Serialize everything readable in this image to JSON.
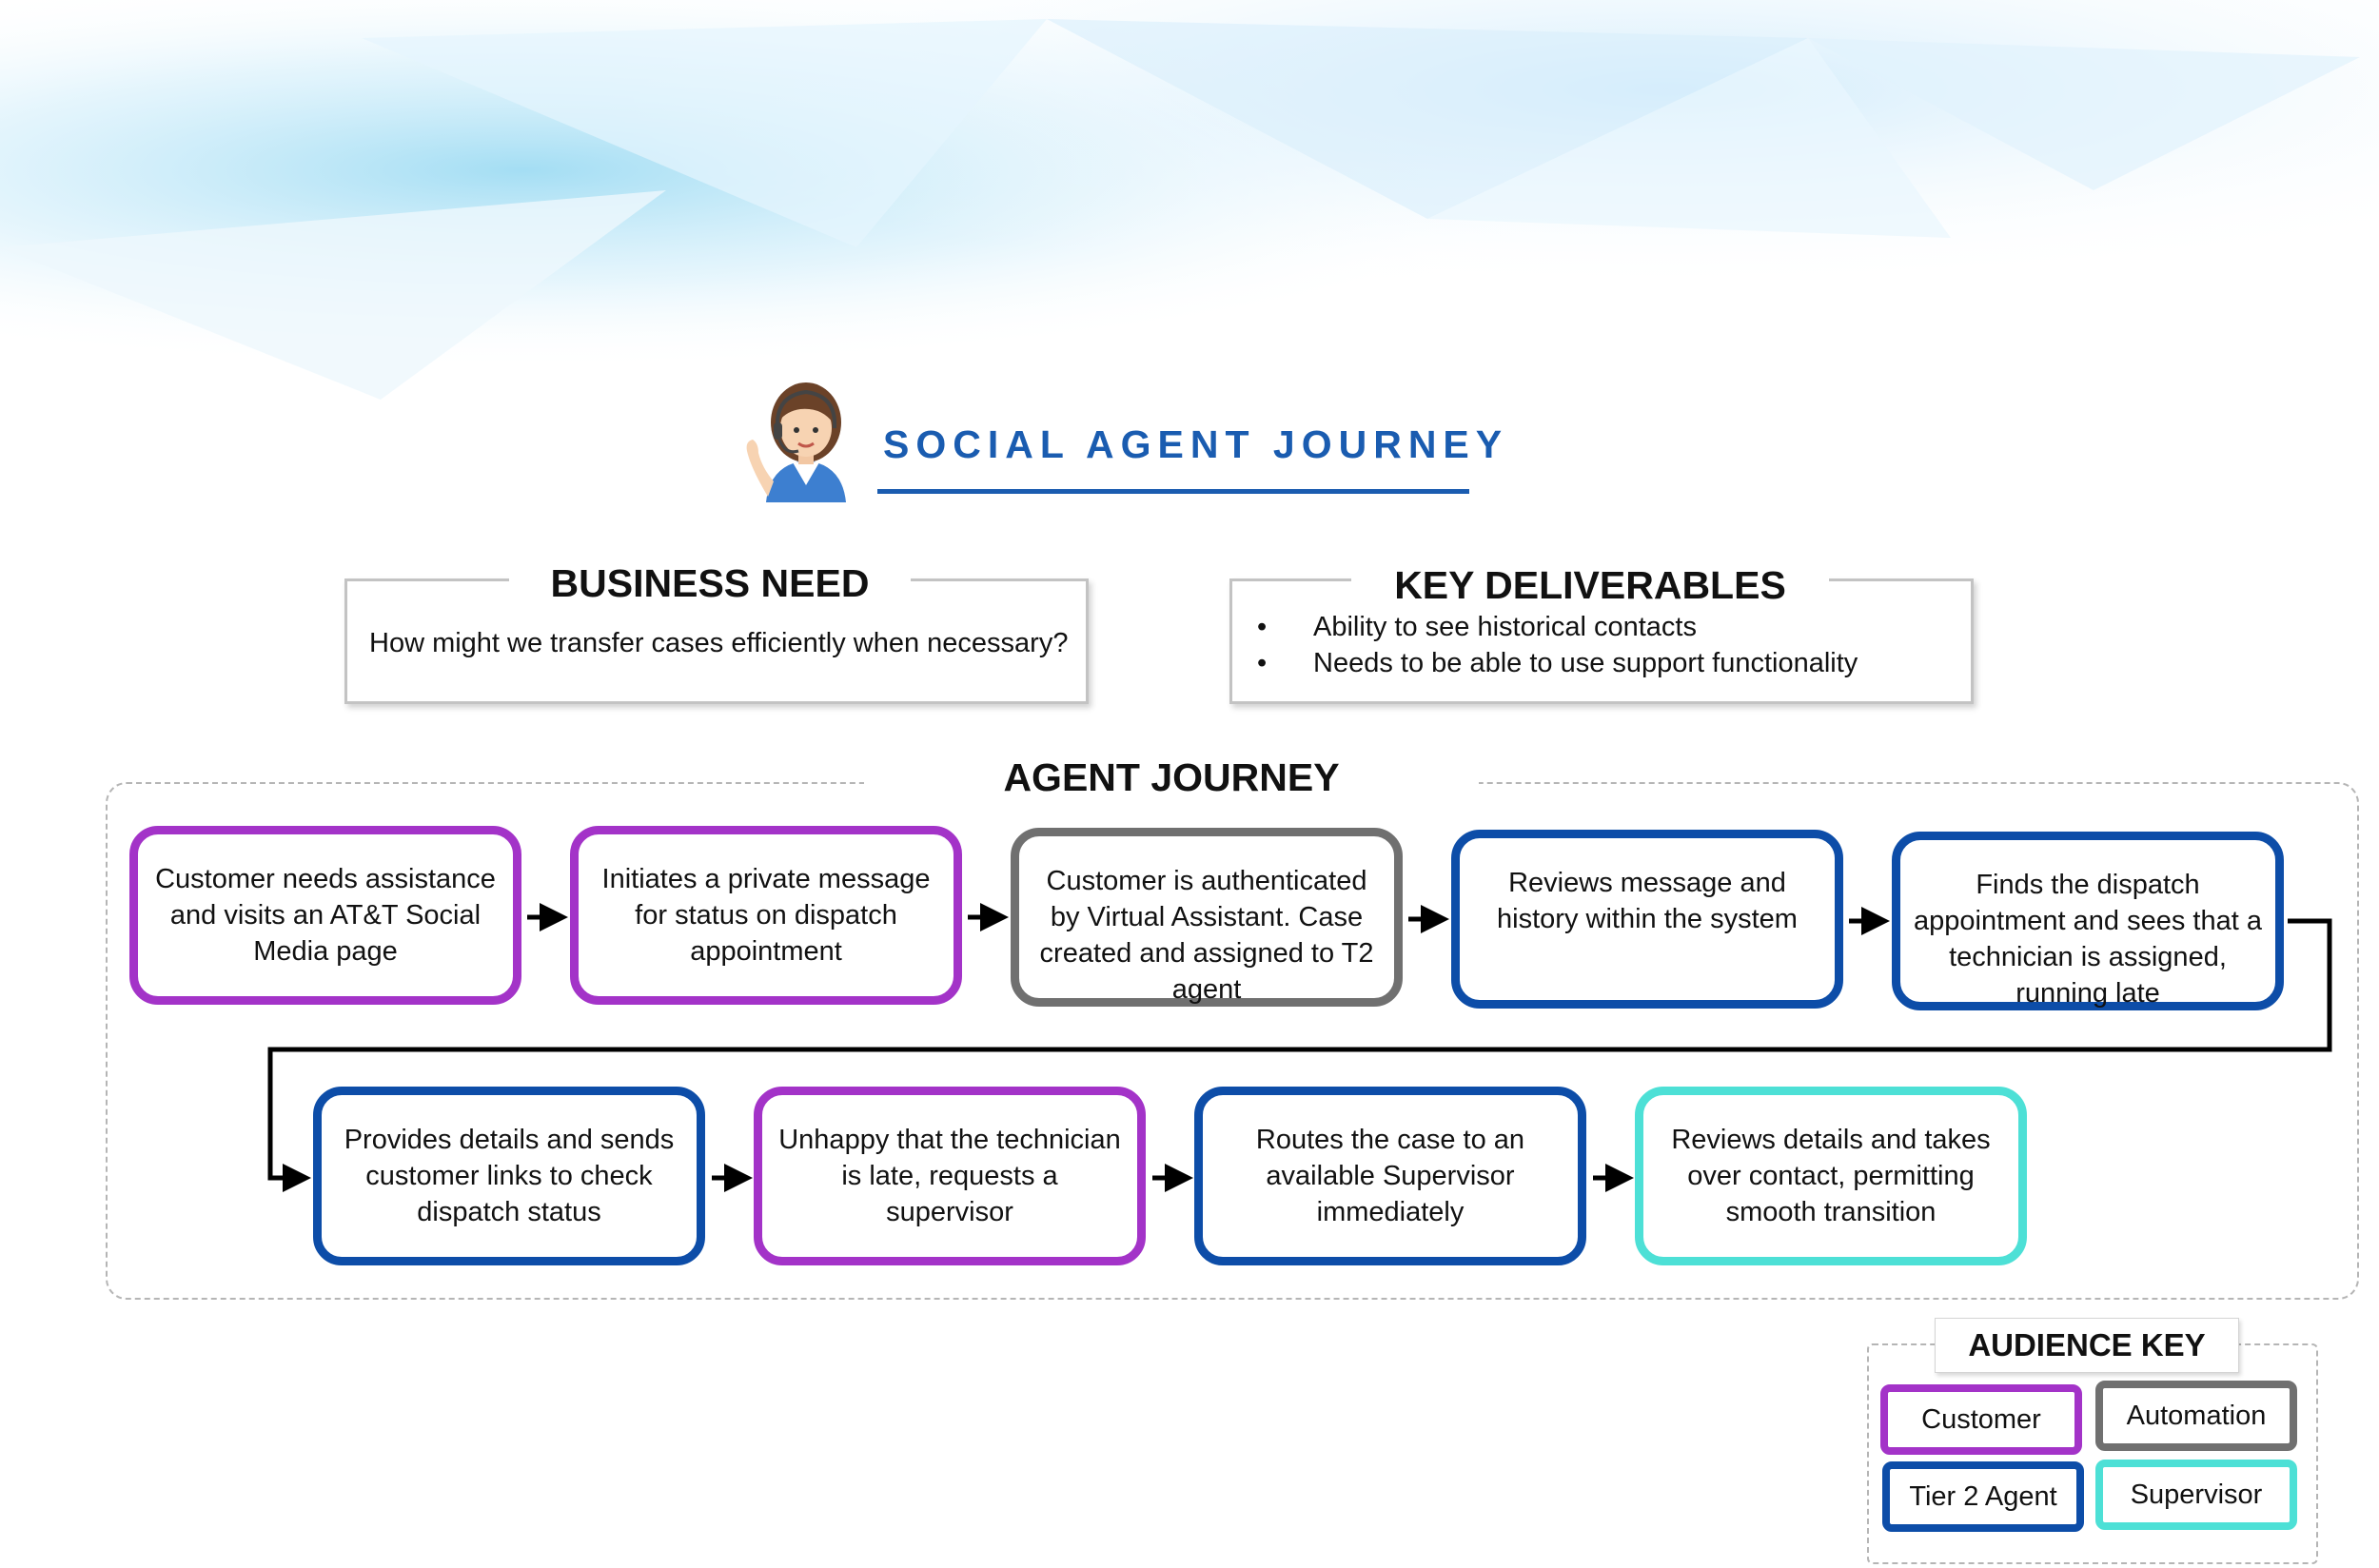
{
  "title": "SOCIAL AGENT JOURNEY",
  "business_need": {
    "heading": "BUSINESS NEED",
    "text": "How might we transfer cases efficiently when necessary?"
  },
  "key_deliverables": {
    "heading": "KEY DELIVERABLES",
    "items": [
      "Ability to see historical contacts",
      "Needs to be able to use support functionality"
    ]
  },
  "agent_journey": {
    "heading": "AGENT JOURNEY",
    "steps": [
      {
        "text": "Customer needs assistance and visits an AT&T Social Media page",
        "audience": "customer"
      },
      {
        "text": "Initiates a private message for status on dispatch appointment",
        "audience": "customer"
      },
      {
        "text": "Customer is authenticated by Virtual Assistant. Case created and assigned to T2 agent",
        "audience": "automation"
      },
      {
        "text": "Reviews message and history within the system",
        "audience": "tier2"
      },
      {
        "text": "Finds the dispatch appointment and sees that a technician is assigned, running late",
        "audience": "tier2"
      },
      {
        "text": "Provides details and sends customer links to check dispatch status",
        "audience": "tier2"
      },
      {
        "text": "Unhappy that the technician is late, requests a supervisor",
        "audience": "customer"
      },
      {
        "text": "Routes the case to an available Supervisor immediately",
        "audience": "tier2"
      },
      {
        "text": "Reviews details and takes over contact, permitting smooth transition",
        "audience": "supervisor"
      }
    ]
  },
  "audience_key": {
    "heading": "AUDIENCE KEY",
    "items": [
      {
        "id": "customer",
        "label": "Customer"
      },
      {
        "id": "automation",
        "label": "Automation"
      },
      {
        "id": "tier2",
        "label": "Tier 2 Agent"
      },
      {
        "id": "supervisor",
        "label": "Supervisor"
      }
    ]
  },
  "colors": {
    "customer": "#a333c8",
    "automation": "#707070",
    "tier2": "#0d4da8",
    "supervisor": "#4de0d6",
    "title": "#1a5cb0",
    "connector": "#000000"
  },
  "icons": {
    "avatar": "female-support-agent-with-headset"
  }
}
